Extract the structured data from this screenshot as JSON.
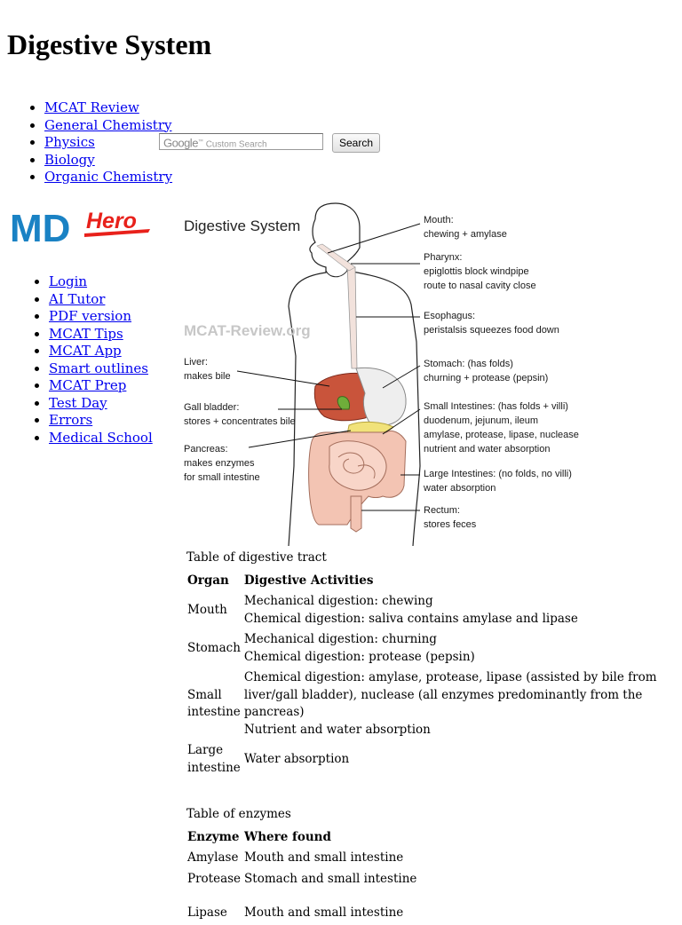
{
  "page": {
    "title": "Digestive System"
  },
  "top_nav": [
    {
      "label": "MCAT Review"
    },
    {
      "label": "General Chemistry"
    },
    {
      "label": "Physics"
    },
    {
      "label": "Biology"
    },
    {
      "label": "Organic Chemistry"
    }
  ],
  "search": {
    "placeholder_brand": "Google",
    "placeholder_text": "Custom Search",
    "button_label": "Search"
  },
  "logo": {
    "text_md": "MD",
    "text_hero": "Hero",
    "color_md": "#1a82c4",
    "color_hero": "#e8211b"
  },
  "side_nav": [
    {
      "label": "Login"
    },
    {
      "label": "AI Tutor"
    },
    {
      "label": "PDF version"
    },
    {
      "label": "MCAT Tips"
    },
    {
      "label": "MCAT App"
    },
    {
      "label": "Smart outlines"
    },
    {
      "label": "MCAT Prep"
    },
    {
      "label": "Test Day"
    },
    {
      "label": "Errors"
    },
    {
      "label": "Medical School"
    }
  ],
  "diagram": {
    "title": "Digestive System",
    "watermark": "MCAT-Review.org",
    "labels": {
      "mouth": [
        "Mouth:",
        "chewing + amylase"
      ],
      "pharynx": [
        "Pharynx:",
        "epiglottis block windpipe",
        "route to nasal cavity close"
      ],
      "esophagus": [
        "Esophagus:",
        "peristalsis squeezes food down"
      ],
      "stomach": [
        "Stomach: (has folds)",
        "churning + protease (pepsin)"
      ],
      "small_intestines": [
        "Small Intestines: (has folds + villi)",
        "duodenum, jejunum, ileum",
        "amylase, protease, lipase, nuclease",
        "nutrient and water absorption"
      ],
      "large_intestines": [
        "Large Intestines: (no folds, no villi)",
        "water absorption"
      ],
      "rectum": [
        "Rectum:",
        "stores feces"
      ],
      "liver": [
        "Liver:",
        "makes bile"
      ],
      "gall_bladder": [
        "Gall bladder:",
        "stores + concentrates bile"
      ],
      "pancreas": [
        "Pancreas:",
        "makes enzymes",
        "for small intestine"
      ]
    },
    "colors": {
      "liver": "#c9543b",
      "gall_bladder": "#6fae3a",
      "pancreas": "#f1e27a",
      "intestine": "#f3c4b3",
      "stomach": "#eeeeee"
    }
  },
  "tract_table": {
    "caption": "Table of digestive tract",
    "headers": [
      "Organ",
      "Digestive Activities"
    ],
    "rows": [
      {
        "organ": "Mouth",
        "activities": [
          "Mechanical digestion: chewing",
          "Chemical digestion: saliva contains amylase and lipase"
        ]
      },
      {
        "organ": "Stomach",
        "activities": [
          "Mechanical digestion: churning",
          "Chemical digestion: protease (pepsin)"
        ]
      },
      {
        "organ": "Small intestine",
        "activities": [
          "Chemical digestion: amylase, protease, lipase (assisted by bile from liver/gall bladder), nuclease (all enzymes predominantly from the pancreas)",
          "Nutrient and water absorption"
        ]
      },
      {
        "organ": "Large intestine",
        "activities": [
          "Water absorption"
        ]
      }
    ]
  },
  "enzyme_table": {
    "caption": "Table of enzymes",
    "headers": [
      "Enzyme",
      "Where found"
    ],
    "rows": [
      {
        "enzyme": "Amylase",
        "where": "Mouth and small intestine"
      },
      {
        "enzyme": "Protease",
        "where": "Stomach and small intestine"
      },
      {
        "enzyme": "Lipase",
        "where": "Mouth and small intestine"
      }
    ]
  }
}
